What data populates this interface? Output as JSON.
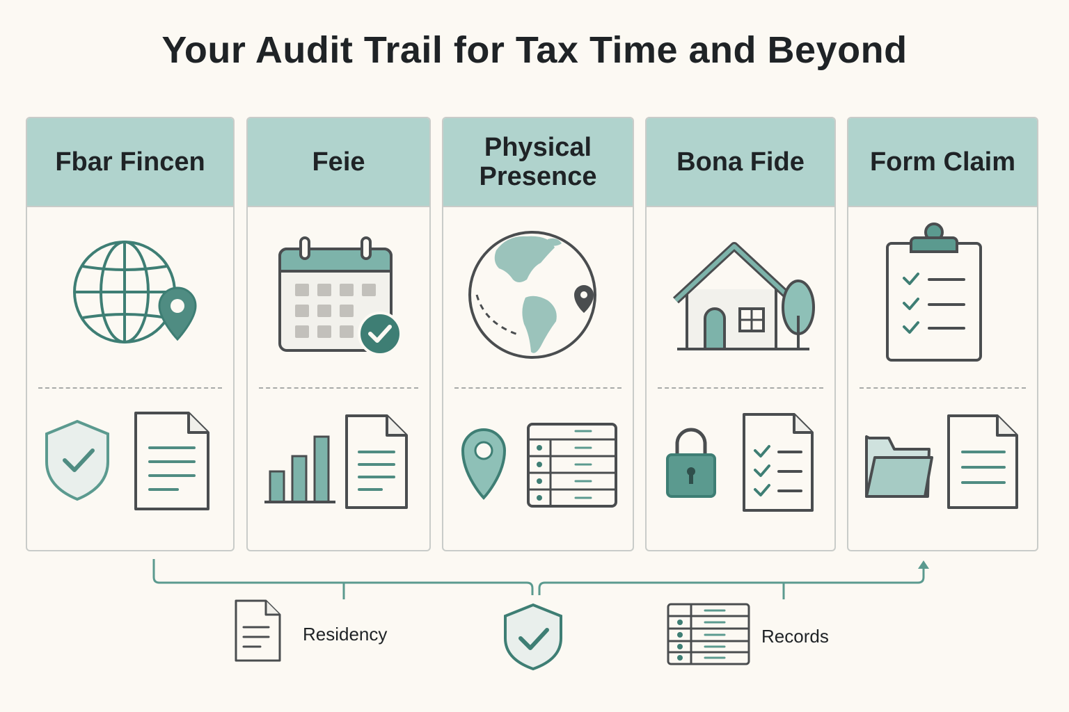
{
  "title": "Your Audit Trail for Tax Time and Beyond",
  "cards": [
    {
      "label": "Fbar Fincen",
      "icon_top": "globe-pin-icon",
      "icons_bottom": [
        "shield-check-icon",
        "document-icon"
      ]
    },
    {
      "label": "Feie",
      "icon_top": "calendar-check-icon",
      "icons_bottom": [
        "bar-chart-icon",
        "document-icon"
      ]
    },
    {
      "label": "Physical\nPresence",
      "icon_top": "world-map-pin-icon",
      "icons_bottom": [
        "location-pin-icon",
        "ledger-table-icon"
      ]
    },
    {
      "label": "Bona Fide",
      "icon_top": "house-tree-icon",
      "icons_bottom": [
        "padlock-icon",
        "checklist-document-icon"
      ]
    },
    {
      "label": "Form Claim",
      "icon_top": "clipboard-checklist-icon",
      "icons_bottom": [
        "folder-icon",
        "document-icon"
      ]
    }
  ],
  "bottom_row": {
    "items": [
      {
        "label": "Residency",
        "icon": "document-icon"
      },
      {
        "label": "",
        "icon": "shield-check-icon"
      },
      {
        "label": "Records",
        "icon": "ledger-table-icon"
      }
    ]
  },
  "colors": {
    "background": "#fcf9f3",
    "header_teal": "#b0d3cd",
    "accent_teal": "#5b9a8f",
    "dark_teal": "#3e7e74",
    "outline_gray": "#4a4d4f",
    "light_fill": "#f0efea"
  }
}
